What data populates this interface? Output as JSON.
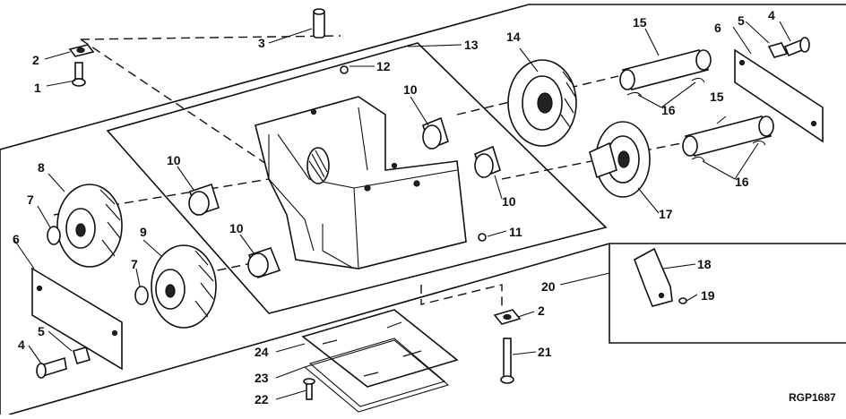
{
  "figure_code": "RGP1687",
  "callouts": {
    "c1": "1",
    "c2a": "2",
    "c2b": "2",
    "c3": "3",
    "c4a": "4",
    "c4b": "4",
    "c5a": "5",
    "c5b": "5",
    "c6a": "6",
    "c6b": "6",
    "c7a": "7",
    "c7b": "7",
    "c8": "8",
    "c9": "9",
    "c10a": "10",
    "c10b": "10",
    "c10c": "10",
    "c10d": "10",
    "c11": "11",
    "c12": "12",
    "c13": "13",
    "c14": "14",
    "c15a": "15",
    "c15b": "15",
    "c16a": "16",
    "c16b": "16",
    "c17": "17",
    "c18": "18",
    "c19": "19",
    "c20": "20",
    "c21": "21",
    "c22": "22",
    "c23": "23",
    "c24": "24"
  }
}
